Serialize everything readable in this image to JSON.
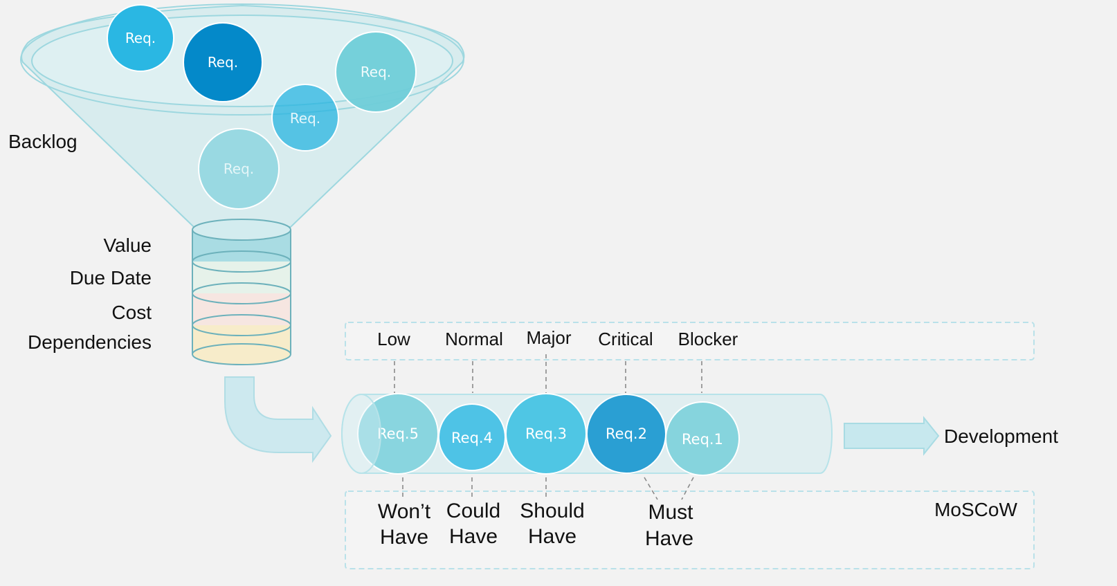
{
  "backlog_label": "Backlog",
  "funnel_requests": [
    {
      "label": "Req.",
      "color": "#2ab7e3",
      "opacity": 1.0,
      "text_opacity": 1.0
    },
    {
      "label": "Req.",
      "color": "#0489c9",
      "opacity": 1.0,
      "text_opacity": 1.0
    },
    {
      "label": "Req.",
      "color": "#6fcdd8",
      "opacity": 0.95,
      "text_opacity": 0.9
    },
    {
      "label": "Req.",
      "color": "#23b3e0",
      "opacity": 0.72,
      "text_opacity": 0.85
    },
    {
      "label": "Req.",
      "color": "#8ed6df",
      "opacity": 0.85,
      "text_opacity": 0.75
    }
  ],
  "criteria": [
    "Value",
    "Due Date",
    "Cost",
    "Dependencies"
  ],
  "criteria_colors": [
    "#a9dce3",
    "#e6f2ea",
    "#f6e6e1",
    "#f7ecca"
  ],
  "priority_levels": [
    "Low",
    "Normal",
    "Major",
    "Critical",
    "Blocker"
  ],
  "pipeline_requests": [
    {
      "label": "Req.5",
      "color": "#7fd2dd",
      "opacity": 0.9
    },
    {
      "label": "Req.4",
      "color": "#4ec3e6",
      "opacity": 1.0
    },
    {
      "label": "Req.3",
      "color": "#4fc6e4",
      "opacity": 1.0
    },
    {
      "label": "Req.2",
      "color": "#2a9fd3",
      "opacity": 1.0
    },
    {
      "label": "Req.1",
      "color": "#86d4dd",
      "opacity": 1.0
    }
  ],
  "moscow": {
    "title": "MoSCoW",
    "categories": [
      {
        "line1": "Won’t",
        "line2": "Have"
      },
      {
        "line1": "Could",
        "line2": "Have"
      },
      {
        "line1": "Should",
        "line2": "Have"
      },
      {
        "line1": "Must",
        "line2": "Have"
      }
    ]
  },
  "output_label": "Development",
  "colors": {
    "funnel_fill": "#cfe9ec",
    "funnel_stroke": "#9dd7df",
    "pipe_fill": "#e0eef0",
    "pipe_stroke": "#b7e3e9",
    "arrow_fill": "#c7e8ee",
    "box_stroke": "#b9e1e9",
    "dash_line": "#8a8a8a"
  }
}
